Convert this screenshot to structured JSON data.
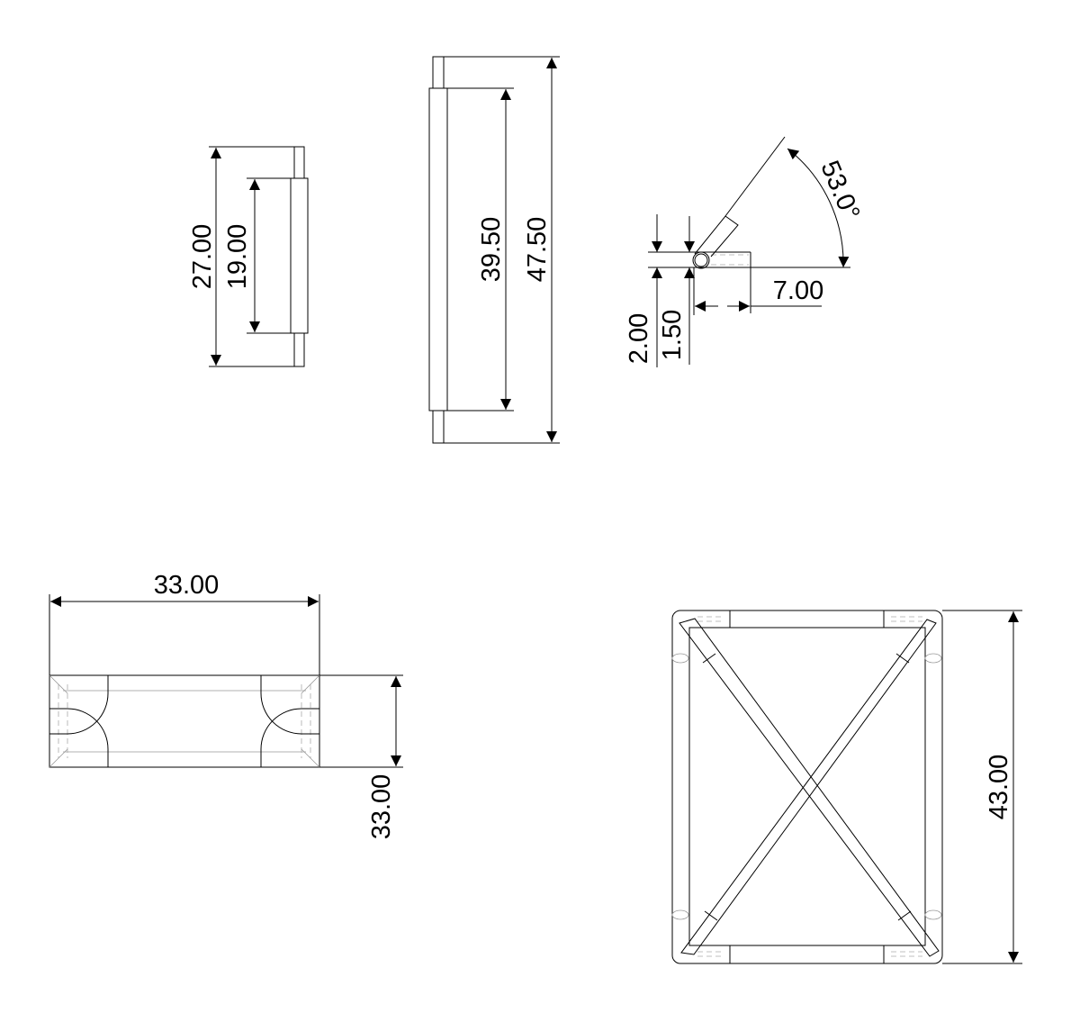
{
  "dimensions": {
    "short_rod_overall": "27.00",
    "short_rod_inner": "19.00",
    "long_rod_inner": "39.50",
    "long_rod_overall": "47.50",
    "angle": "53.0°",
    "offset": "7.00",
    "thickness_outer": "2.00",
    "thickness_inner": "1.50",
    "square_width": "33.00",
    "square_height": "33.00",
    "frame_height": "43.00"
  }
}
